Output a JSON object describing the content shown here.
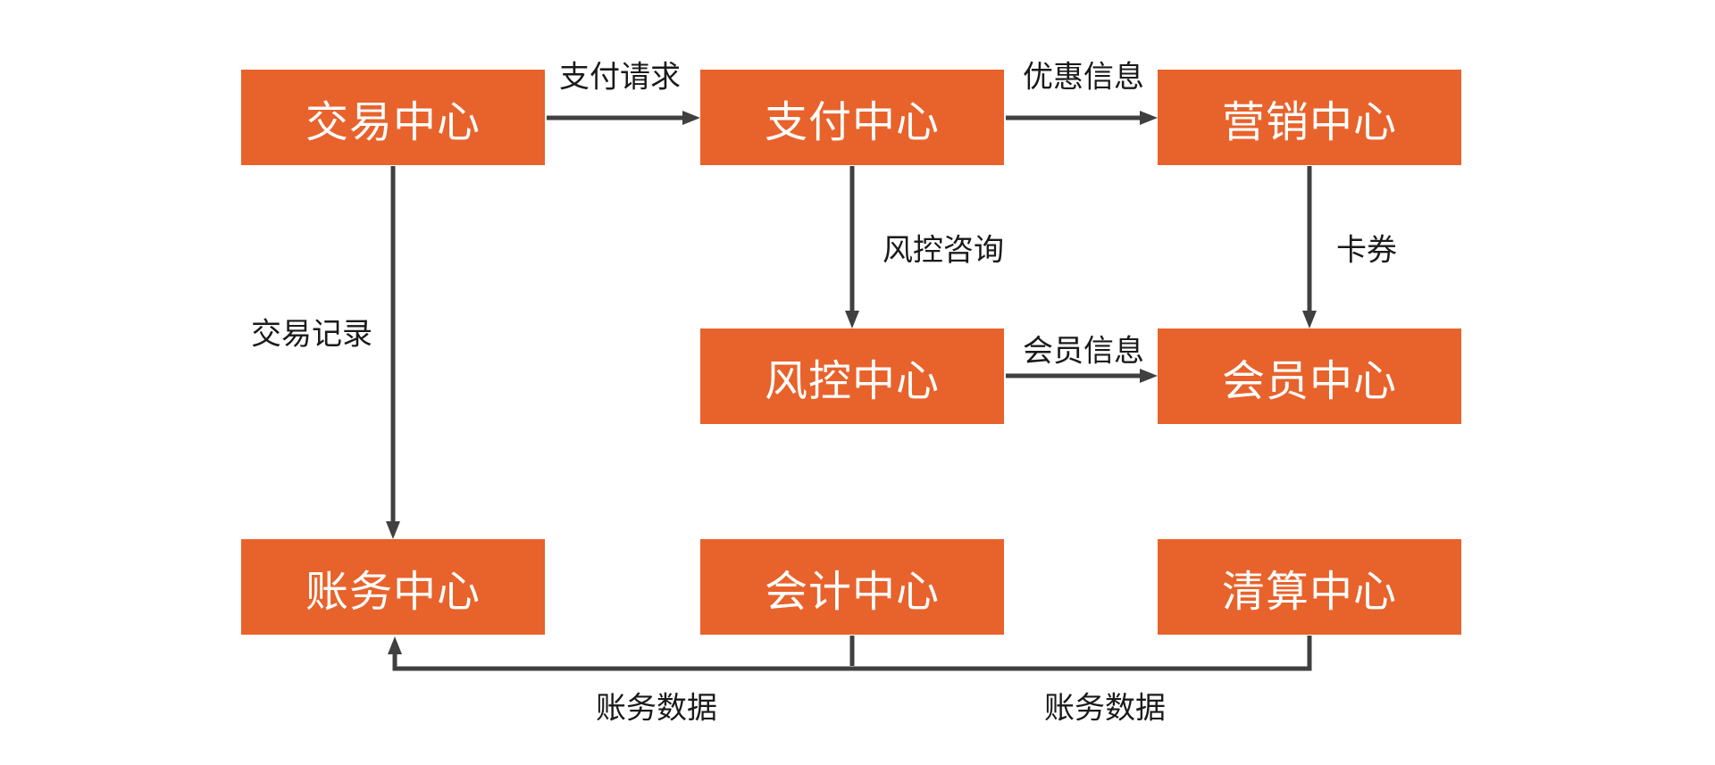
{
  "diagram": {
    "background": "#FFFFFF",
    "colors": {
      "node_fill": "#E8622B",
      "node_text": "#FFFFFF",
      "edge_line": "#404040",
      "edge_label_text": "#1A1A1A"
    },
    "nodes": [
      {
        "id": "trade-center",
        "label": "交易中心"
      },
      {
        "id": "payment-center",
        "label": "支付中心"
      },
      {
        "id": "marketing-center",
        "label": "营销中心"
      },
      {
        "id": "risk-center",
        "label": "风控中心"
      },
      {
        "id": "member-center",
        "label": "会员中心"
      },
      {
        "id": "billing-center",
        "label": "账务中心"
      },
      {
        "id": "accounting-center",
        "label": "会计中心"
      },
      {
        "id": "clearing-center",
        "label": "清算中心"
      }
    ],
    "edges": [
      {
        "from": "交易中心",
        "to": "支付中心",
        "label": "支付请求"
      },
      {
        "from": "支付中心",
        "to": "营销中心",
        "label": "优惠信息"
      },
      {
        "from": "支付中心",
        "to": "风控中心",
        "label": "风控咨询"
      },
      {
        "from": "营销中心",
        "to": "会员中心",
        "label": "卡券"
      },
      {
        "from": "风控中心",
        "to": "会员中心",
        "label": "会员信息"
      },
      {
        "from": "交易中心",
        "to": "账务中心",
        "label": "交易记录"
      },
      {
        "from": "会计中心",
        "to": "账务中心",
        "label": "账务数据"
      },
      {
        "from": "清算中心",
        "to": "账务中心",
        "label": "账务数据"
      }
    ]
  }
}
